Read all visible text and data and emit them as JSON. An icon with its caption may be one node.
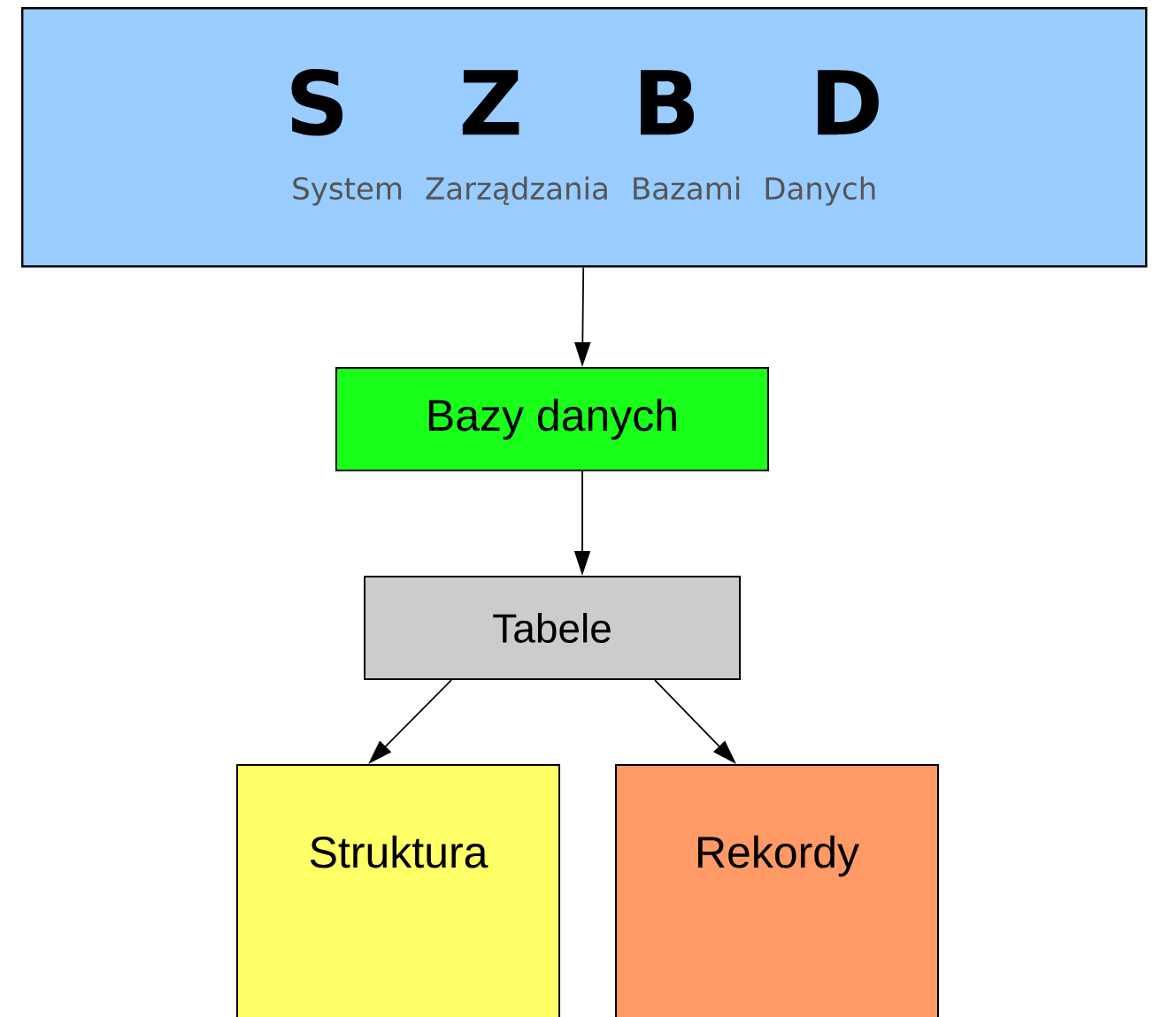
{
  "diagram": {
    "nodes": [
      {
        "text": [
          "S Z B D",
          "System Zarządzania Bazami Danych"
        ]
      },
      {
        "text": [
          "Bazy danych"
        ]
      },
      {
        "text": [
          "Tabele"
        ]
      },
      {
        "text": [
          "Struktura"
        ]
      },
      {
        "text": [
          "Rekordy"
        ]
      }
    ],
    "edges": [
      {
        "from": 0,
        "to": 1,
        "arrow": "to"
      },
      {
        "from": 1,
        "to": 2,
        "arrow": "to"
      },
      {
        "from": 2,
        "to": 3,
        "arrow": "to"
      },
      {
        "from": 2,
        "to": 4,
        "arrow": "to"
      }
    ]
  }
}
